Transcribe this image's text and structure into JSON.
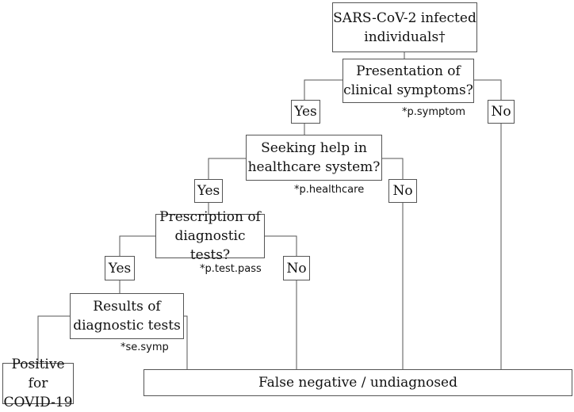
{
  "diagram": {
    "line_color": "#555555",
    "nodes": {
      "infected": "SARS-CoV-2 infected\nindividuals†",
      "symptoms_q": "Presentation of\nclinical symptoms?",
      "symptoms_yes": "Yes",
      "symptoms_no": "No",
      "healthcare_q": "Seeking help in\nhealthcare system?",
      "healthcare_yes": "Yes",
      "healthcare_no": "No",
      "prescription_q": "Prescription of\ndiagnostic tests?",
      "prescription_yes": "Yes",
      "prescription_no": "No",
      "results": "Results of\ndiagnostic tests",
      "positive": "Positive for\nCOVID-19",
      "false_negative": "False negative / undiagnosed"
    },
    "parameters": {
      "symptom": "*p.symptom",
      "healthcare": "*p.healthcare",
      "test_pass": "*p.test.pass",
      "se_symp": "*se.symp"
    }
  }
}
